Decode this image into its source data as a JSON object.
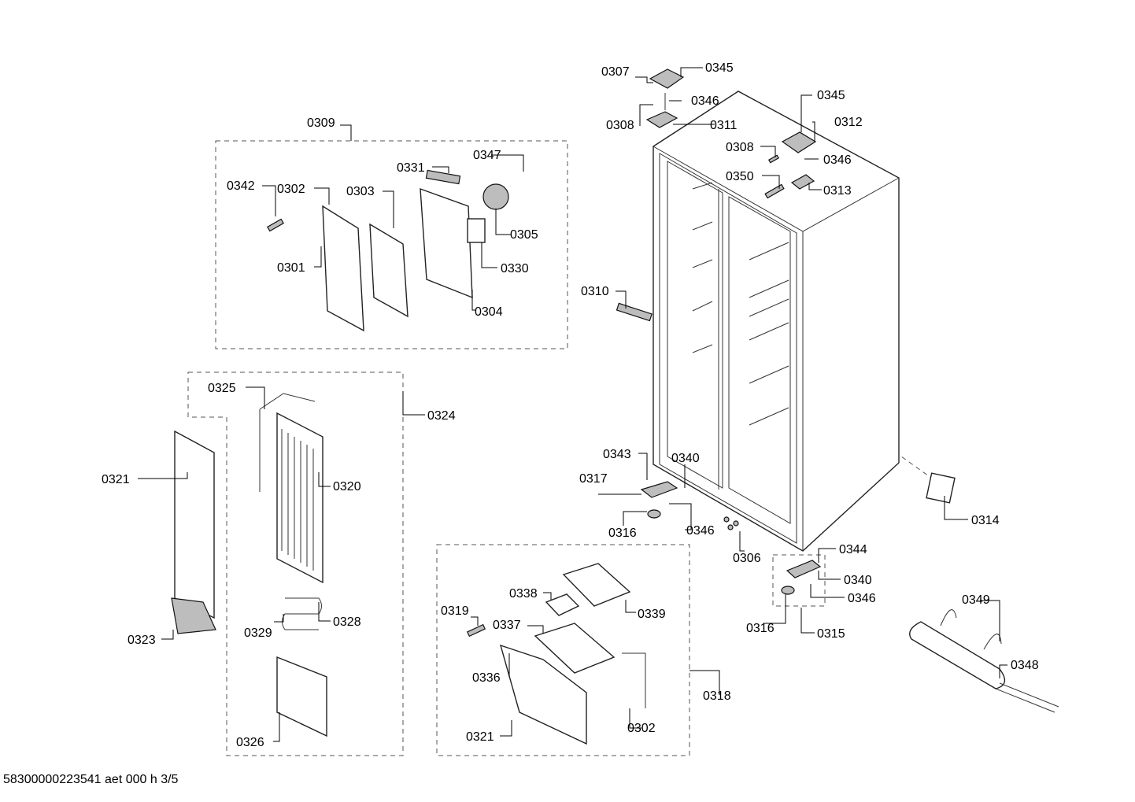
{
  "colors": {
    "ink": "#000000",
    "group_box": "#555555",
    "part_fill": "#ffffff",
    "part_shade": "#bdbdbd"
  },
  "footer": {
    "code": "58300000223541 aet 000 h 3/5"
  },
  "labels": {
    "l0307": "0307",
    "l0345a": "0345",
    "l0346a": "0346",
    "l0308a": "0308",
    "l0311": "0311",
    "l0345b": "0345",
    "l0312": "0312",
    "l0308b": "0308",
    "l0346b": "0346",
    "l0350": "0350",
    "l0313": "0313",
    "l0309": "0309",
    "l0347": "0347",
    "l0331": "0331",
    "l0302a": "0302",
    "l0303": "0303",
    "l0342": "0342",
    "l0305": "0305",
    "l0301": "0301",
    "l0330": "0330",
    "l0304": "0304",
    "l0310": "0310",
    "l0325": "0325",
    "l0324": "0324",
    "l0321a": "0321",
    "l0320": "0320",
    "l0343": "0343",
    "l0340a": "0340",
    "l0317": "0317",
    "l0316a": "0316",
    "l0346c": "0346",
    "l0306": "0306",
    "l0314": "0314",
    "l0344": "0344",
    "l0340b": "0340",
    "l0346d": "0346",
    "l0316b": "0316",
    "l0315": "0315",
    "l0349": "0349",
    "l0348": "0348",
    "l0338": "0338",
    "l0339": "0339",
    "l0319": "0319",
    "l0337": "0337",
    "l0336": "0336",
    "l0321b": "0321",
    "l0302b": "0302",
    "l0318": "0318",
    "l0329": "0329",
    "l0328": "0328",
    "l0323": "0323",
    "l0326": "0326"
  }
}
